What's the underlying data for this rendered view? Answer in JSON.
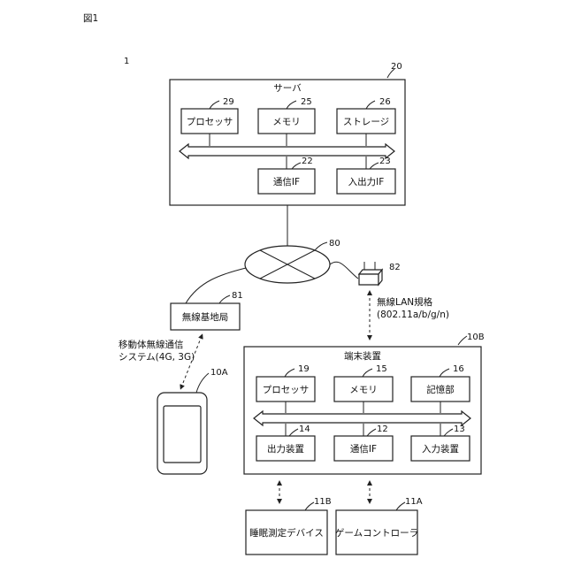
{
  "figure_label": "図1",
  "system_ref": "1",
  "server": {
    "title": "サーバ",
    "ref": "20",
    "processor": {
      "label": "プロセッサ",
      "ref": "29"
    },
    "memory": {
      "label": "メモリ",
      "ref": "25"
    },
    "storage": {
      "label": "ストレージ",
      "ref": "26"
    },
    "comm": {
      "label": "通信IF",
      "ref": "22"
    },
    "io": {
      "label": "入出力IF",
      "ref": "23"
    }
  },
  "network": {
    "ref": "80"
  },
  "router": {
    "ref": "82"
  },
  "wireless_lan": {
    "line1": "無線LAN規格",
    "line2": "(802.11a/b/g/n)"
  },
  "base_station": {
    "label": "無線基地局",
    "ref": "81"
  },
  "mobile_comm": {
    "line1": "移動体無線通信",
    "line2": "システム(4G, 3G)"
  },
  "smartphone": {
    "ref": "10A"
  },
  "terminal": {
    "title": "端末装置",
    "ref": "10B",
    "processor": {
      "label": "プロセッサ",
      "ref": "19"
    },
    "memory": {
      "label": "メモリ",
      "ref": "15"
    },
    "storage": {
      "label": "記憶部",
      "ref": "16"
    },
    "output": {
      "label": "出力装置",
      "ref": "14"
    },
    "comm": {
      "label": "通信IF",
      "ref": "12"
    },
    "input": {
      "label": "入力装置",
      "ref": "13"
    }
  },
  "sleep_device": {
    "label": "睡眠測定デバイス",
    "ref": "11B"
  },
  "game_controller": {
    "label": "ゲームコントローラ",
    "ref": "11A"
  }
}
